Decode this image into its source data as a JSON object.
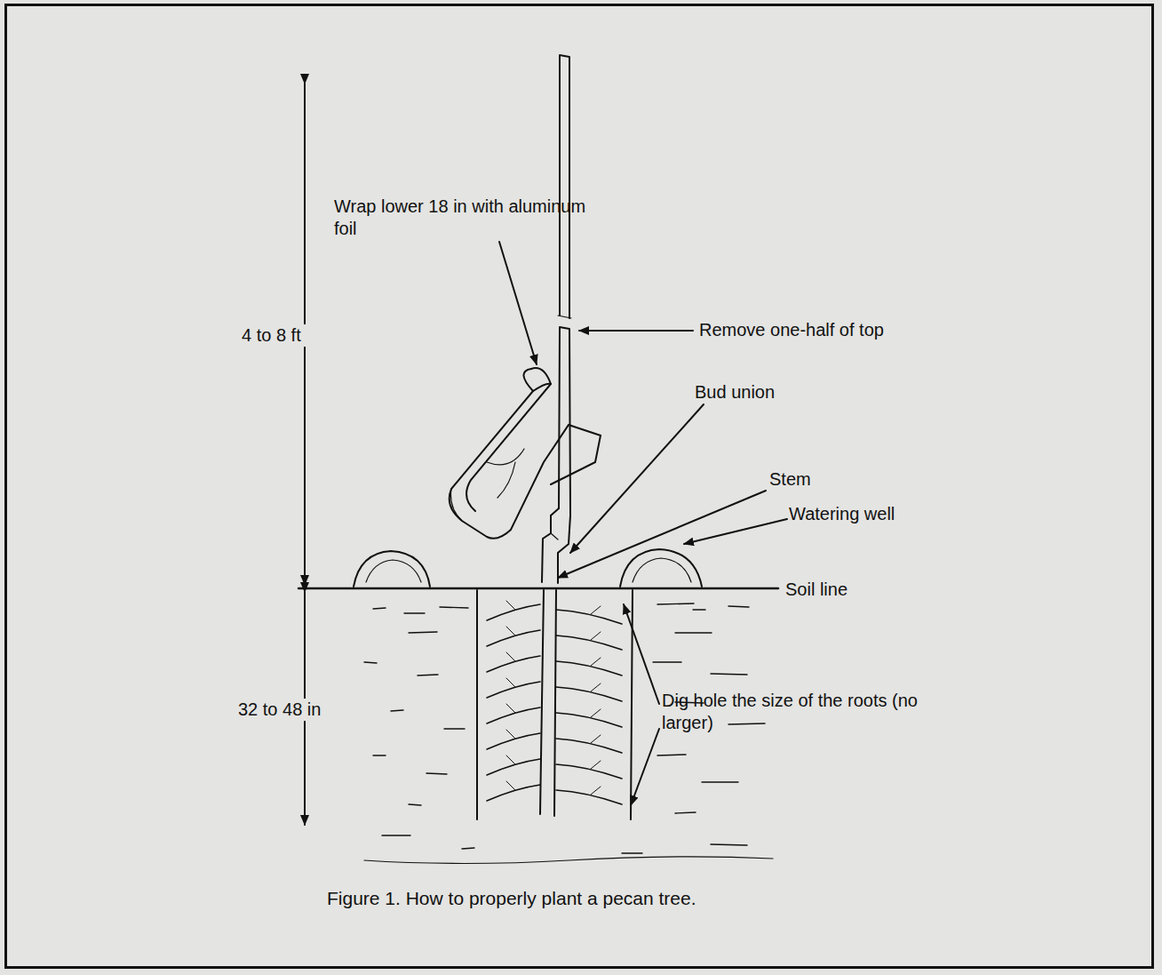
{
  "diagram": {
    "caption": "Figure 1. How to properly plant a pecan tree.",
    "labels": [
      "Wrap lower 18 in with aluminum foil",
      "4 to 8 ft",
      "Remove one-half of top",
      "Bud union",
      "Stem",
      "Watering well",
      "Soil line",
      "32 to 48 in",
      "Dig hole the size of the roots (no larger)"
    ]
  }
}
